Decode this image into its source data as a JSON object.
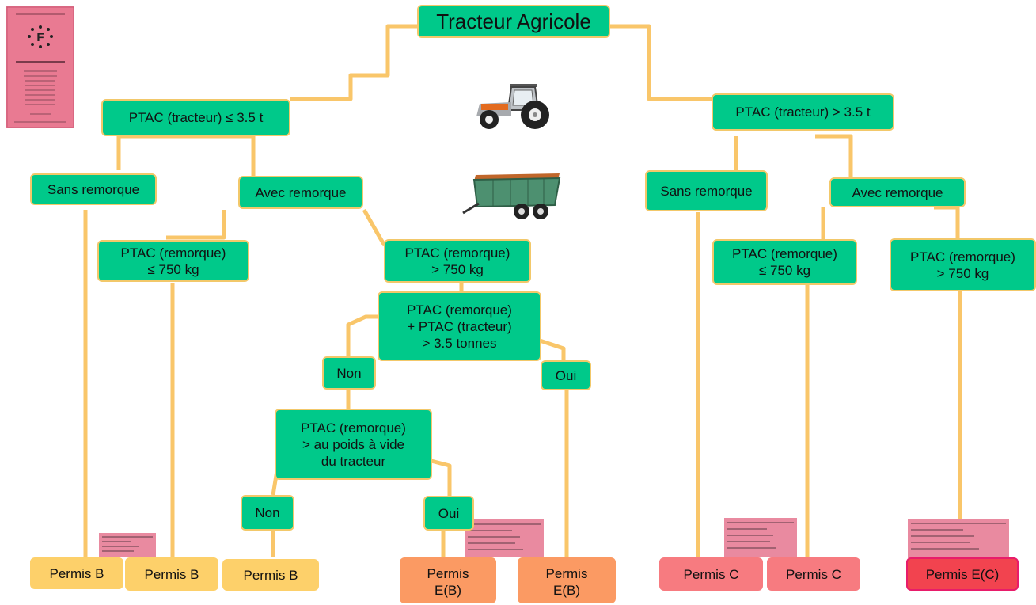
{
  "title": "Tracteur Agricole",
  "left": {
    "root": "PTAC (tracteur) ≤ 3.5 t",
    "sans": "Sans remorque",
    "avec": "Avec remorque",
    "rem_le": "PTAC (remorque)\n≤ 750 kg",
    "rem_gt": "PTAC (remorque)\n> 750 kg",
    "sum": "PTAC (remorque)\n+ PTAC (tracteur)\n> 3.5 tonnes",
    "non1": "Non",
    "oui1": "Oui",
    "vide": "PTAC (remorque)\n> au poids à vide\ndu tracteur",
    "non2": "Non",
    "oui2": "Oui"
  },
  "right": {
    "root": "PTAC (tracteur) > 3.5 t",
    "sans": "Sans remorque",
    "avec": "Avec remorque",
    "rem_le": "PTAC (remorque)\n≤ 750 kg",
    "rem_gt": "PTAC (remorque)\n> 750 kg"
  },
  "results": {
    "b1": "Permis B",
    "b2": "Permis B",
    "b3": "Permis B",
    "eb1": "Permis\nE(B)",
    "eb2": "Permis\nE(B)",
    "c1": "Permis C",
    "c2": "Permis C",
    "ec": "Permis E(C)"
  },
  "license_card_letter": "F",
  "colors": {
    "node": "#00c98a",
    "connector": "#f9c66a",
    "permis_b": "#fdd06a",
    "permis_eb": "#fb9a63",
    "permis_c": "#f77b80",
    "permis_ec": "#f2434f",
    "license_pink": "#e97a92"
  },
  "icons": [
    "driving-license-icon",
    "tractor-icon",
    "trailer-icon",
    "license-page-icon"
  ]
}
